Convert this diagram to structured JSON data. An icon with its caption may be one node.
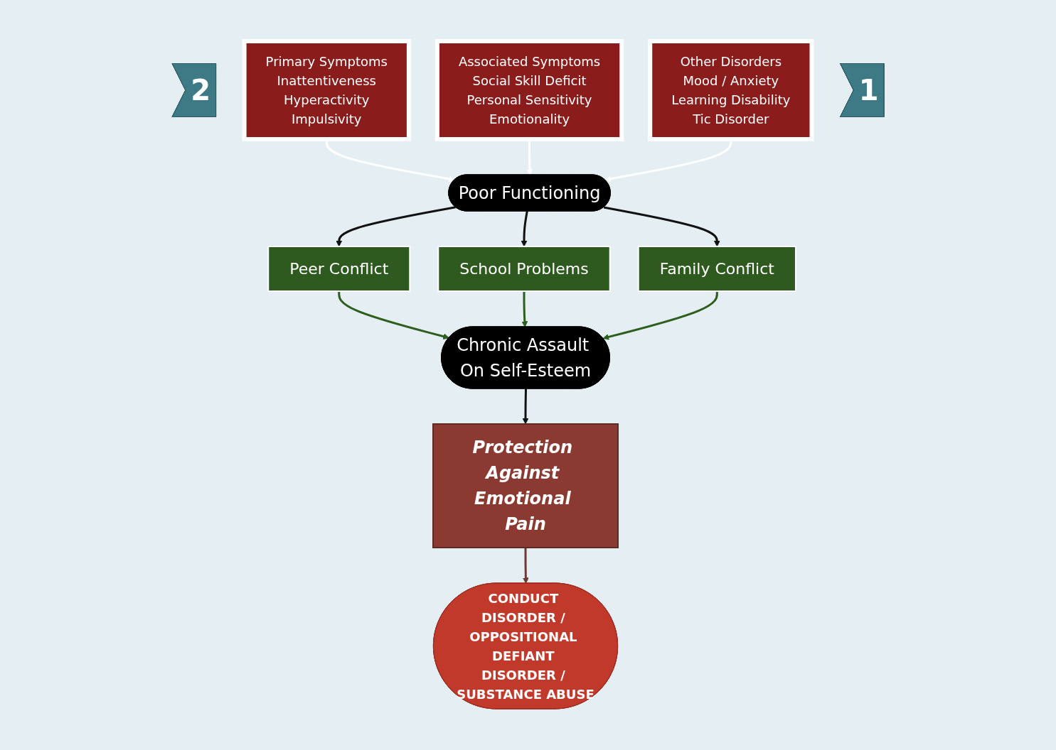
{
  "diagram": {
    "nodes": [
      {
        "text": [
          "2"
        ]
      },
      {
        "text": [
          "Primary Symptoms",
          "Inattentiveness",
          "Hyperactivity",
          "Impulsivity"
        ]
      },
      {
        "text": [
          "Associated Symptoms",
          "Social Skill Deficit",
          "Personal Sensitivity",
          "Emotionality"
        ]
      },
      {
        "text": [
          "Other Disorders",
          "Mood / Anxiety",
          "Learning Disability",
          "Tic Disorder"
        ]
      },
      {
        "text": [
          "Poor Functioning"
        ]
      },
      {
        "text": [
          "1"
        ]
      },
      {
        "text": [
          "Peer Conflict"
        ]
      },
      {
        "text": [
          "School Problems"
        ]
      },
      {
        "text": [
          "Family Conflict"
        ]
      },
      {
        "text": [
          "Chronic Assault On Self-Esteem"
        ]
      },
      {
        "text": [
          "Protection Against Emotional Pain"
        ]
      },
      {
        "text": [
          "CONDUCT DISORDER / OPPOSITIONAL DEFIANT DISORDER / SUBSTANCE ABUSE"
        ]
      }
    ],
    "edges": [
      {
        "from": 1,
        "to": 4,
        "arrow": "to",
        "color": "#ffffff"
      },
      {
        "from": 2,
        "to": 4,
        "arrow": "to",
        "color": "#ffffff"
      },
      {
        "from": 3,
        "to": 4,
        "arrow": "to",
        "color": "#ffffff"
      },
      {
        "from": 4,
        "to": 6,
        "arrow": "to"
      },
      {
        "from": 4,
        "to": 7,
        "arrow": "to"
      },
      {
        "from": 4,
        "to": 8,
        "arrow": "to"
      },
      {
        "from": 6,
        "to": 9,
        "arrow": "to",
        "color": "#2e5e1e"
      },
      {
        "from": 7,
        "to": 9,
        "arrow": "to",
        "color": "#2e5e1e"
      },
      {
        "from": 8,
        "to": 9,
        "arrow": "to",
        "color": "#2e5e1e"
      },
      {
        "from": 9,
        "to": 10,
        "arrow": "to"
      },
      {
        "from": 10,
        "to": 11,
        "arrow": "to",
        "color": "#6b3a35"
      }
    ]
  }
}
